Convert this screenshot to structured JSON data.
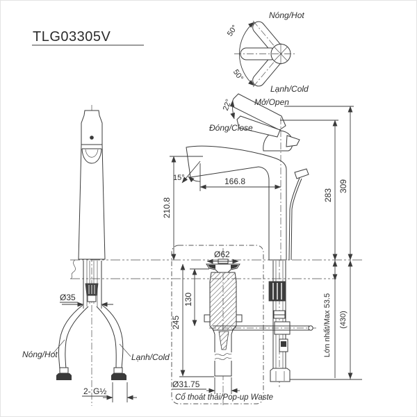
{
  "title": "TLG03305V",
  "colors": {
    "line": "#3a3a3a",
    "text": "#2d2d2d",
    "dark_fill": "#3a3a3a",
    "background": "#ffffff"
  },
  "top_view": {
    "hot_label": "Nóng/Hot",
    "cold_label": "Lạnh/Cold",
    "upper_angle": "50°",
    "lower_angle": "50°"
  },
  "lever": {
    "open_label": "Mở/Open",
    "close_label": "Đóng/Close",
    "open_angle": "22°"
  },
  "dims": {
    "spout_reach": "166.8",
    "spout_angle": "15°",
    "spout_height": "210.8",
    "height_closed": "283",
    "height_open": "309",
    "body_diameter": "Ø35",
    "flange_diameter": "Ø62",
    "drain_upper_length": "130",
    "drain_total_length": "245",
    "tailpipe_diameter": "Ø31.75",
    "counter_max": "Lớn nhất/Max 53.5",
    "hose_length": "(430)",
    "thread_size": "2- G½"
  },
  "supply": {
    "hot_label": "Nóng/Hot",
    "cold_label": "Lạnh/Cold"
  },
  "popup": {
    "caption": "Cổ thoát thải/Pop-up Waste"
  }
}
